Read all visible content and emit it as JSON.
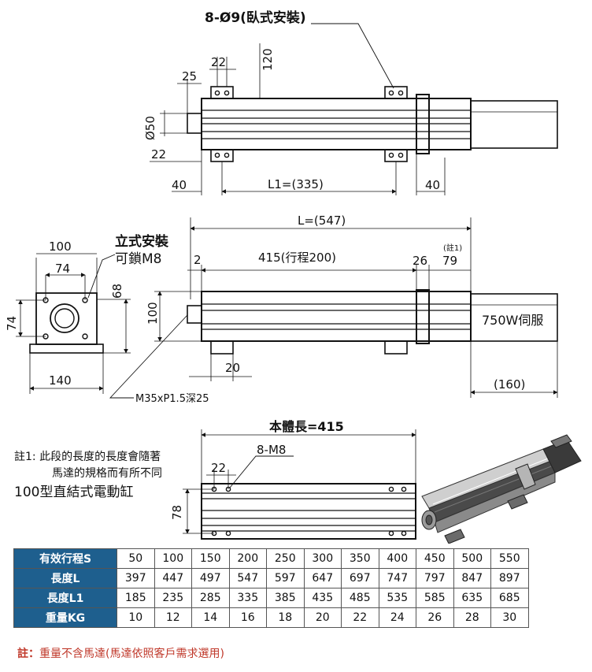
{
  "top_view": {
    "hole_note": "8-Ø9(臥式安裝)",
    "dim_22_top": "22",
    "dim_25": "25",
    "dim_120": "120",
    "dim_phi50": "Ø50",
    "dim_22_left": "22",
    "dim_40_left": "40",
    "dim_L1": "L1=(335)",
    "dim_40_right": "40"
  },
  "side_view": {
    "dim_L": "L=(547)",
    "dim_2": "2",
    "dim_415": "415(行程200)",
    "note_ref": "(註1)",
    "dim_26": "26",
    "dim_79": "79",
    "dim_100": "100",
    "servo_label": "750W伺服",
    "dim_20": "20",
    "dim_160": "(160)",
    "thread_note": "M35xP1.5深25"
  },
  "end_view": {
    "mount_line1": "立式安裝",
    "mount_line2": "可鎖M8",
    "dim_100": "100",
    "dim_74_top": "74",
    "dim_68": "68",
    "dim_74_left": "74",
    "dim_140": "140"
  },
  "bottom_view": {
    "body_length": "本體長=415",
    "thread": "8-M8",
    "dim_22": "22",
    "dim_78": "78"
  },
  "notes": {
    "note1_line1": "註1: 此段的長度的長度會隨著",
    "note1_line2": "馬達的規格而有所不同",
    "model": "100型直結式電動缸"
  },
  "table": {
    "rows": [
      {
        "label": "有效行程S",
        "values": [
          "50",
          "100",
          "150",
          "200",
          "250",
          "300",
          "350",
          "400",
          "450",
          "500",
          "550"
        ]
      },
      {
        "label": "長度L",
        "values": [
          "397",
          "447",
          "497",
          "547",
          "597",
          "647",
          "697",
          "747",
          "797",
          "847",
          "897"
        ]
      },
      {
        "label": "長度L1",
        "values": [
          "185",
          "235",
          "285",
          "335",
          "385",
          "435",
          "485",
          "535",
          "585",
          "635",
          "685"
        ]
      },
      {
        "label": "重量KG",
        "values": [
          "10",
          "12",
          "14",
          "16",
          "18",
          "20",
          "22",
          "24",
          "26",
          "28",
          "30"
        ]
      }
    ]
  },
  "footnote": {
    "prefix": "註：",
    "text": "重量不含馬達(馬達依照客戶需求選用)"
  },
  "colors": {
    "table_header": "#1e5f8e",
    "footnote": "#c0392b"
  }
}
